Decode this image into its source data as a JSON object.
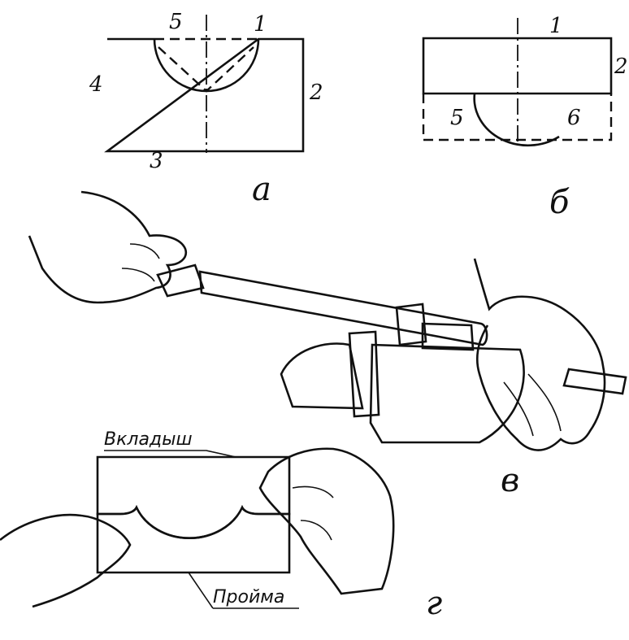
{
  "panels": {
    "a": {
      "label": "а",
      "edge_numbers": [
        "1",
        "2",
        "3",
        "4",
        "5"
      ]
    },
    "b": {
      "label": "б",
      "edge_numbers": [
        "1",
        "2",
        "5",
        "6"
      ]
    },
    "v": {
      "label": "в"
    },
    "g": {
      "label": "г",
      "insert_caption": "Вкладыш",
      "opening_caption": "Пройма"
    }
  },
  "colors": {
    "ink": "#111111",
    "paper": "#ffffff"
  },
  "icons": [
    "hand-icon",
    "file-tool-icon",
    "vise-icon"
  ]
}
